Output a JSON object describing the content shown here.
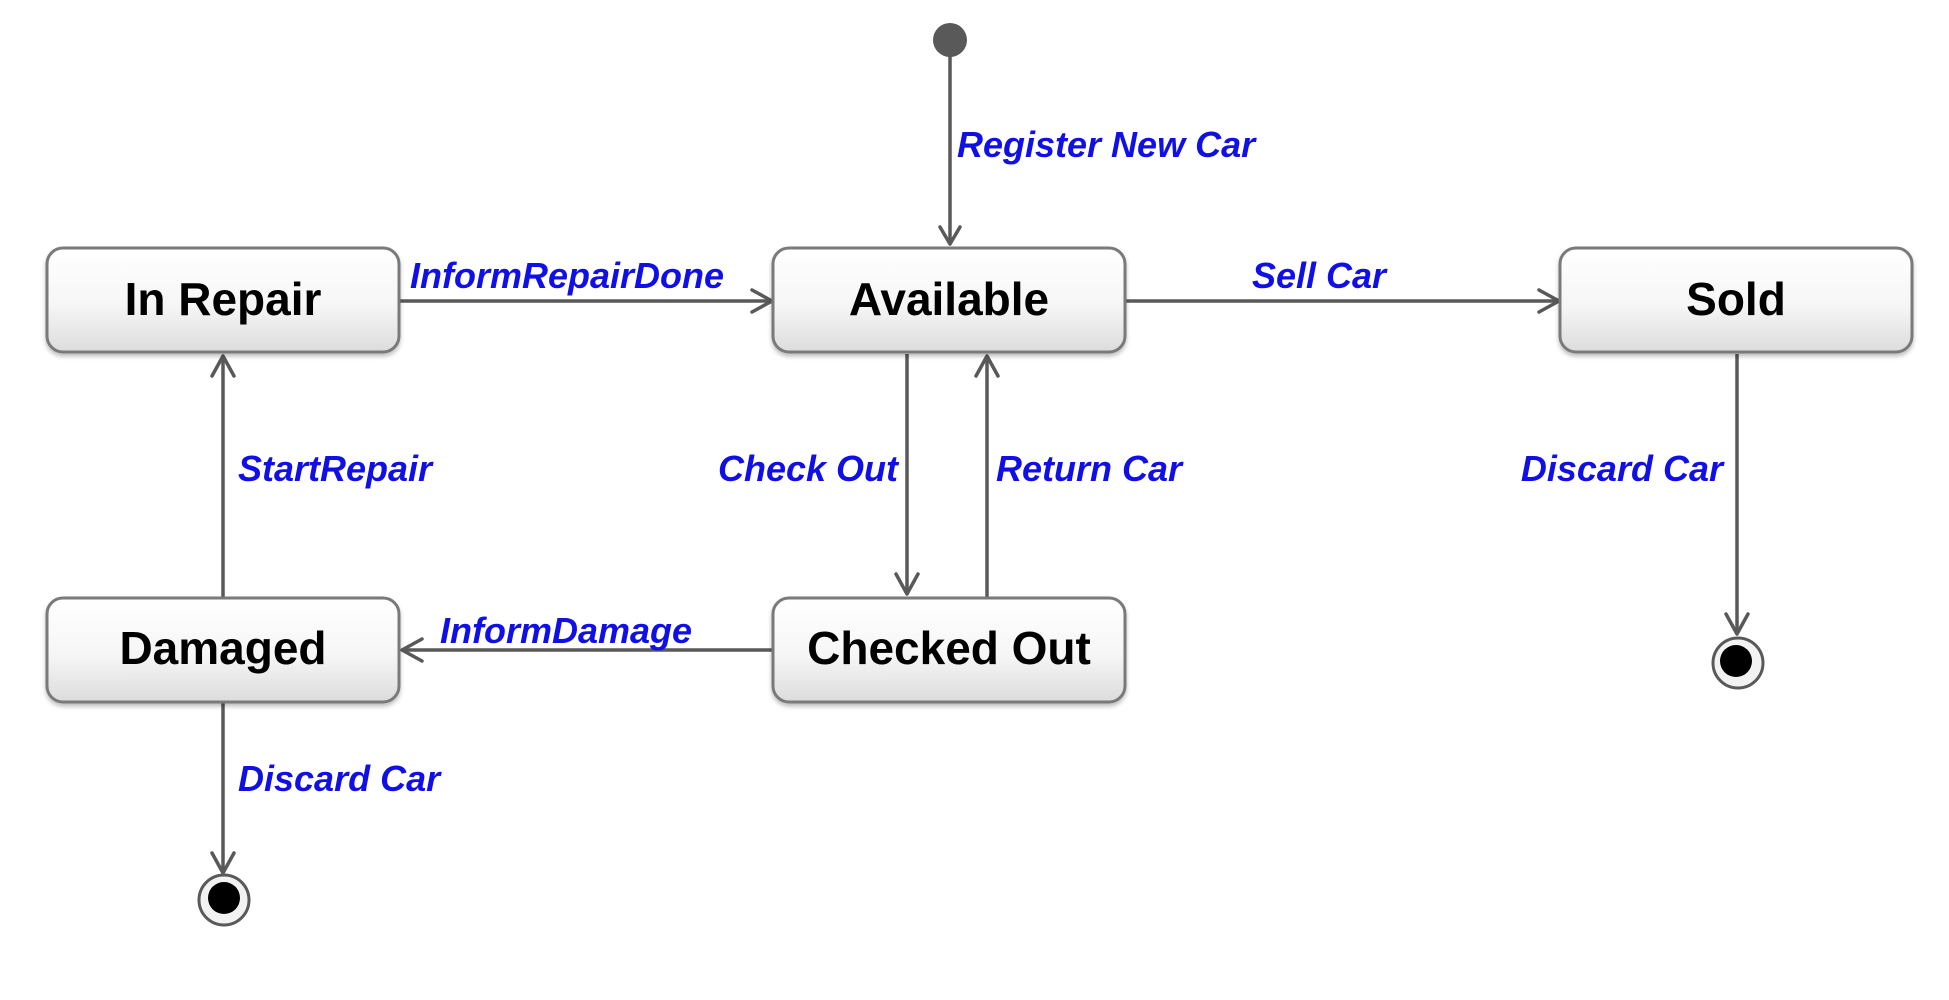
{
  "colors": {
    "transition_text": "#1010e6",
    "edge": "#595959",
    "state_fill_top": "#ffffff",
    "state_fill_bottom": "#e2e2e2",
    "state_border": "#7a7a7a"
  },
  "states": {
    "in_repair": "In Repair",
    "available": "Available",
    "sold": "Sold",
    "damaged": "Damaged",
    "checked_out": "Checked Out"
  },
  "transitions": {
    "register_new_car": "Register New Car",
    "inform_repair_done": "InformRepairDone",
    "sell_car": "Sell Car",
    "start_repair": "StartRepair",
    "check_out": "Check Out",
    "return_car": "Return Car",
    "discard_car_sold": "Discard Car",
    "inform_damage": "InformDamage",
    "discard_car_damaged": "Discard Car"
  },
  "pseudostates": {
    "initial": "initial-node",
    "finals": [
      "final-node-sold",
      "final-node-damaged"
    ]
  }
}
